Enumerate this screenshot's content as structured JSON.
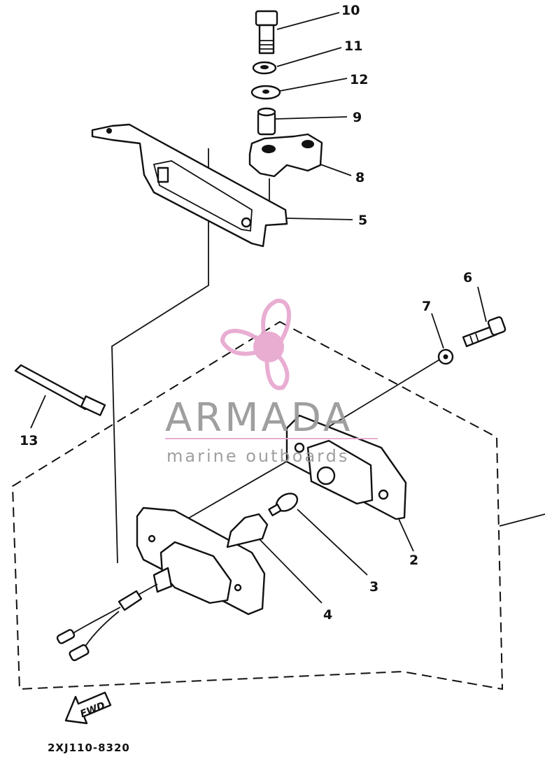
{
  "diagram": {
    "part_callouts": [
      {
        "id": "c10",
        "label": "10"
      },
      {
        "id": "c11",
        "label": "11"
      },
      {
        "id": "c12",
        "label": "12"
      },
      {
        "id": "c9",
        "label": "9"
      },
      {
        "id": "c8",
        "label": "8"
      },
      {
        "id": "c5",
        "label": "5"
      },
      {
        "id": "c6",
        "label": "6"
      },
      {
        "id": "c7",
        "label": "7"
      },
      {
        "id": "c13",
        "label": "13"
      },
      {
        "id": "c2",
        "label": "2"
      },
      {
        "id": "c3",
        "label": "3"
      },
      {
        "id": "c4",
        "label": "4"
      }
    ],
    "direction_marker": "FWD",
    "drawing_code": "2XJ110-8320"
  },
  "watermark": {
    "brand": "ARMADA",
    "tagline": "marine outboards",
    "colors": {
      "pink": "#e8a9d0",
      "gray": "#9a9a9a",
      "rule": "#e8a9d0"
    }
  }
}
